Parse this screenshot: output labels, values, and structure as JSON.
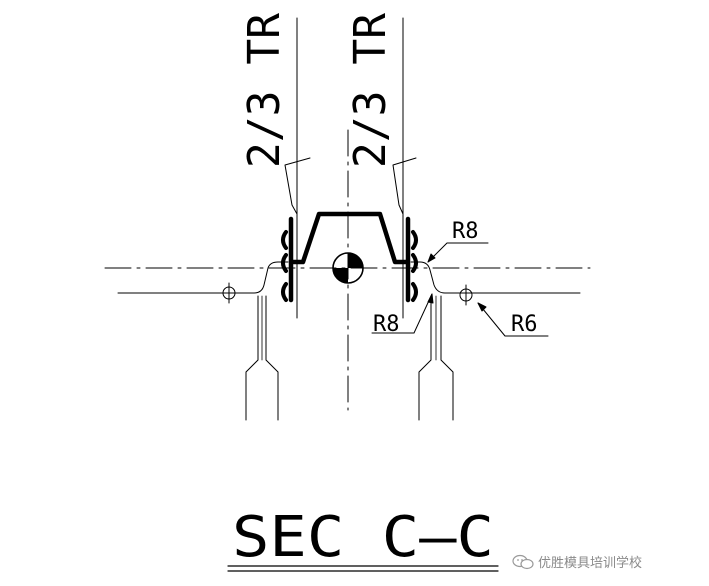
{
  "drawing": {
    "weld_note_left": "2/3 TR",
    "weld_note_right": "2/3 TR",
    "radius_top_right": "R8",
    "radius_lower": "R8",
    "radius_right": "R6",
    "section_title": "SEC C–C"
  },
  "watermark": {
    "text": "优胜模具培训学校",
    "icon": "wechat-icon"
  }
}
